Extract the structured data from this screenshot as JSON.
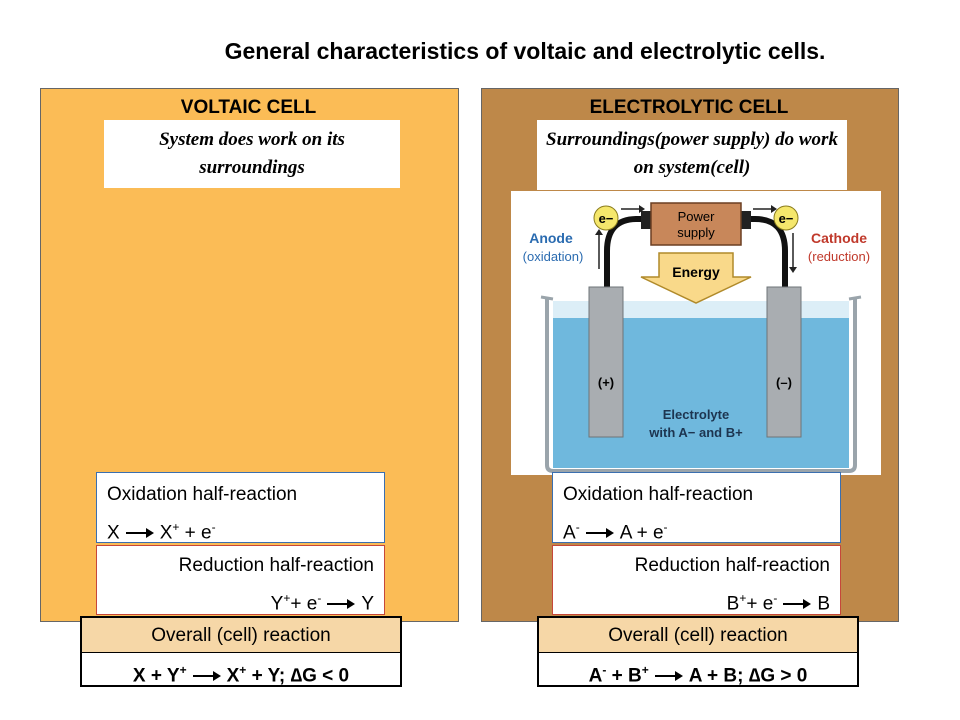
{
  "title": "General characteristics of voltaic and electrolytic cells.",
  "voltaic": {
    "title": "VOLTAIC CELL",
    "system_text": "System does work on its surroundings",
    "oxidation": {
      "label": "Oxidation half-reaction",
      "reactant": "X",
      "product": "X",
      "product_charge": "+",
      "extra": "+ e",
      "extra_charge": "-"
    },
    "reduction": {
      "label": "Reduction half-reaction",
      "reactant": "Y",
      "reactant_charge": "+",
      "extra": "+ e",
      "extra_charge": "-",
      "product": "Y"
    },
    "overall": {
      "label": "Overall (cell) reaction",
      "left": "X + Y",
      "left_charge": "+",
      "right": "X",
      "right_charge": "+",
      "right_rest": "+ Y;",
      "delta": "∆G < 0"
    }
  },
  "electrolytic": {
    "title": "ELECTROLYTIC CELL",
    "system_text": "Surroundings(power supply) do work on system(cell)",
    "diagram": {
      "electron_left": "e−",
      "electron_right": "e−",
      "power_supply": "Power supply",
      "anode": "Anode",
      "anode_sub": "(oxidation)",
      "cathode": "Cathode",
      "cathode_sub": "(reduction)",
      "energy": "Energy",
      "plus": "(+)",
      "minus": "(–)",
      "electrolyte_line1": "Electrolyte",
      "electrolyte_line2": "with A− and B+"
    },
    "oxidation": {
      "label": "Oxidation half-reaction",
      "reactant": "A",
      "reactant_charge": "-",
      "product": "A + e",
      "product_charge": "-"
    },
    "reduction": {
      "label": "Reduction half-reaction",
      "reactant": "B",
      "reactant_charge": "+",
      "extra": "+ e",
      "extra_charge": "-",
      "product": "B"
    },
    "overall": {
      "label": "Overall (cell) reaction",
      "left": "A",
      "left_charge": "-",
      "left_rest": "+ B",
      "left_rest_charge": "+",
      "right": "A + B;",
      "delta": "∆G > 0"
    }
  },
  "colors": {
    "voltaic_bg": "#fbbc56",
    "electrolytic_bg": "#be8849",
    "overall_head": "#f6d7a7",
    "electrolyte": "#6fb8dd",
    "cathode_red": "#c0392b",
    "anode_blue": "#2a6bb0"
  }
}
